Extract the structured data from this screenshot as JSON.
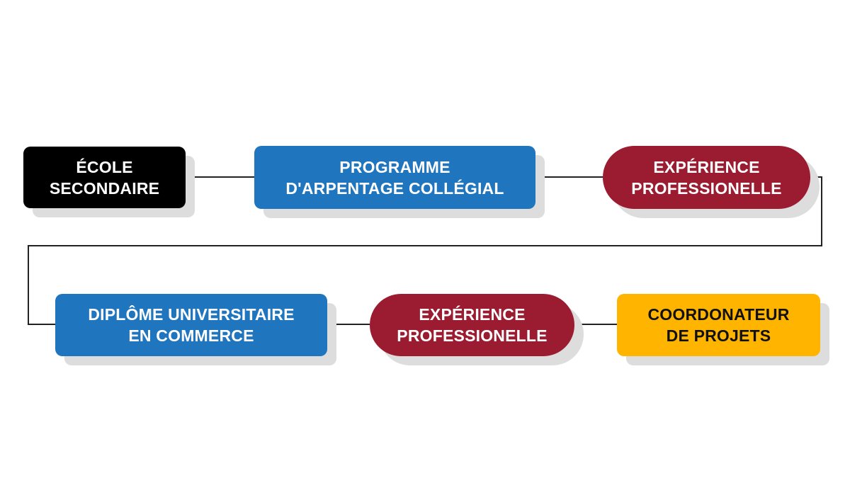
{
  "flowchart": {
    "colors": {
      "black": "#000000",
      "blue": "#1f75be",
      "red": "#9b1b30",
      "yellow": "#ffb400",
      "connector": "#222222",
      "shadow": "#dddddd"
    },
    "nodes": [
      {
        "lines": [
          "ÉCOLE",
          "SECONDAIRE"
        ],
        "shape": "rounded-rect",
        "color": "black",
        "text_color": "#ffffff"
      },
      {
        "lines": [
          "PROGRAMME",
          "D'ARPENTAGE COLLÉGIAL"
        ],
        "shape": "rounded-rect",
        "color": "blue",
        "text_color": "#ffffff"
      },
      {
        "lines": [
          "EXPÉRIENCE",
          "PROFESSIONELLE"
        ],
        "shape": "pill",
        "color": "red",
        "text_color": "#ffffff"
      },
      {
        "lines": [
          "DIPLÔME UNIVERSITAIRE",
          "EN COMMERCE"
        ],
        "shape": "rounded-rect",
        "color": "blue",
        "text_color": "#ffffff"
      },
      {
        "lines": [
          "EXPÉRIENCE",
          "PROFESSIONELLE"
        ],
        "shape": "pill",
        "color": "red",
        "text_color": "#ffffff"
      },
      {
        "lines": [
          "COORDONATEUR",
          "DE PROJETS"
        ],
        "shape": "rounded-rect",
        "color": "yellow",
        "text_color": "#111111"
      }
    ]
  }
}
